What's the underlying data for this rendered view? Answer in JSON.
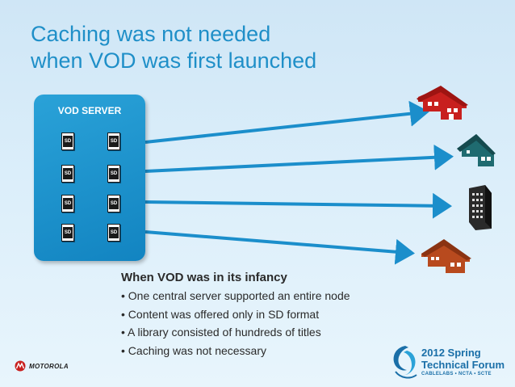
{
  "title": {
    "line1": "Caching was not needed",
    "line2": "when VOD was first launched"
  },
  "server": {
    "label": "VOD SERVER",
    "badge_text": "SD",
    "badge_count": 8
  },
  "content": {
    "heading": "When VOD was in its infancy",
    "bullets": [
      "One central server supported an entire node",
      "Content was offered only in SD format",
      "A library consisted of hundreds of titles",
      "Caching was not necessary"
    ]
  },
  "footer": {
    "brand": "MOTOROLA",
    "event_line1": "2012 Spring",
    "event_line2": "Technical Forum",
    "event_line3": "CABLELABS • NCTA • SCTE"
  },
  "colors": {
    "title": "#1f8fc8",
    "server": "#1a8fcc",
    "arrow": "#1b8ecb",
    "house_red": "#c8201e",
    "house_teal": "#1f6b70",
    "house_orange": "#b84a1e",
    "building": "#222222"
  },
  "icons": [
    "red-house-icon",
    "teal-house-icon",
    "apartment-building-icon",
    "orange-house-icon",
    "motorola-logo-icon",
    "forum-logo-icon"
  ]
}
